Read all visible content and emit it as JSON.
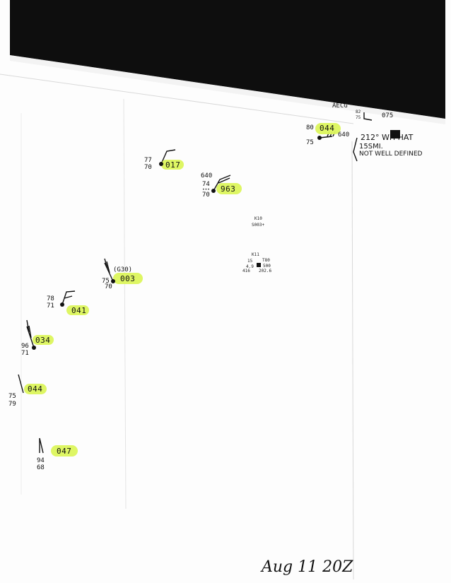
{
  "date_label": "Aug 11 20Z",
  "stations": [
    {
      "id": "top-right",
      "temp": "80",
      "dew": "75",
      "pressure": "044",
      "extra": "640"
    },
    {
      "id": "017",
      "temp": "77",
      "dew": "70",
      "pressure": "017"
    },
    {
      "id": "963",
      "temp": "74",
      "dew": "70",
      "pressure": "963",
      "extra": "640",
      "weather": "•••"
    },
    {
      "id": "003",
      "temp": "75",
      "dew": "70",
      "pressure": "003",
      "extra": "(G30)"
    },
    {
      "id": "041",
      "temp": "78",
      "dew": "71",
      "pressure": "041"
    },
    {
      "id": "034",
      "temp": "96",
      "dew": "71",
      "pressure": "034"
    },
    {
      "id": "044-left",
      "temp": "75",
      "dew": "79",
      "pressure": "044"
    },
    {
      "id": "047",
      "temp": "94",
      "dew": "68",
      "pressure": "047"
    }
  ],
  "aecg": {
    "label": "AECG",
    "temp": "82",
    "dew": "75",
    "pressure": "075"
  },
  "note": {
    "line1": "212° WH HAT",
    "line2": "15SMI.",
    "line3": "NOT WELL DEFINED"
  },
  "mid_station_1": {
    "top": "K10",
    "value": "S003+"
  },
  "mid_station_2": {
    "top": "K11",
    "left1": "15",
    "left2": "4.9",
    "left3": "416",
    "right1": "T80",
    "right2": "500",
    "right3": "202.6"
  },
  "colors": {
    "highlight": "#dcf55c",
    "band": "#111111"
  }
}
